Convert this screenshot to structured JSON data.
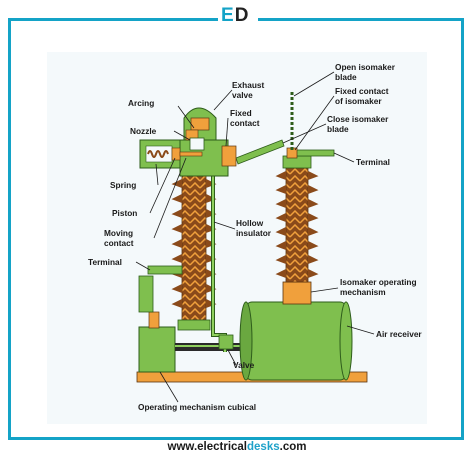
{
  "logo": {
    "e": "E",
    "d": "D"
  },
  "labels": {
    "exhaust_valve": [
      "Exhaust",
      "valve"
    ],
    "arcing": "Arcing",
    "fixed_contact": [
      "Fixed",
      "contact"
    ],
    "nozzle": "Nozzle",
    "spring": "Spring",
    "piston": "Piston",
    "moving_contact": [
      "Moving",
      "contact"
    ],
    "terminal_left": "Terminal",
    "hollow_insulator": [
      "Hollow",
      "insulator"
    ],
    "open_isomaker_blade": [
      "Open isomaker",
      "blade"
    ],
    "fixed_contact_isomaker": [
      "Fixed contact",
      "of isomaker"
    ],
    "close_isomaker_blade": [
      "Close isomaker",
      "blade"
    ],
    "terminal_right": "Terminal",
    "isomaker_operating_mechanism": [
      "Isomaker operating",
      "mechanism"
    ],
    "air_receiver": "Air receiver",
    "valve": "Valve",
    "operating_mechanism_cubical": "Operating mechanism cubical"
  },
  "footer": {
    "prefix": "www.electrical",
    "accent": "desks",
    "suffix": ".com"
  },
  "colors": {
    "frame": "#14a3c7",
    "green": "#7fbf4e",
    "green_dark": "#2e5d1b",
    "orange": "#f0a03c",
    "brown": "#8a4a1a",
    "panel": "#f4f9fb"
  }
}
